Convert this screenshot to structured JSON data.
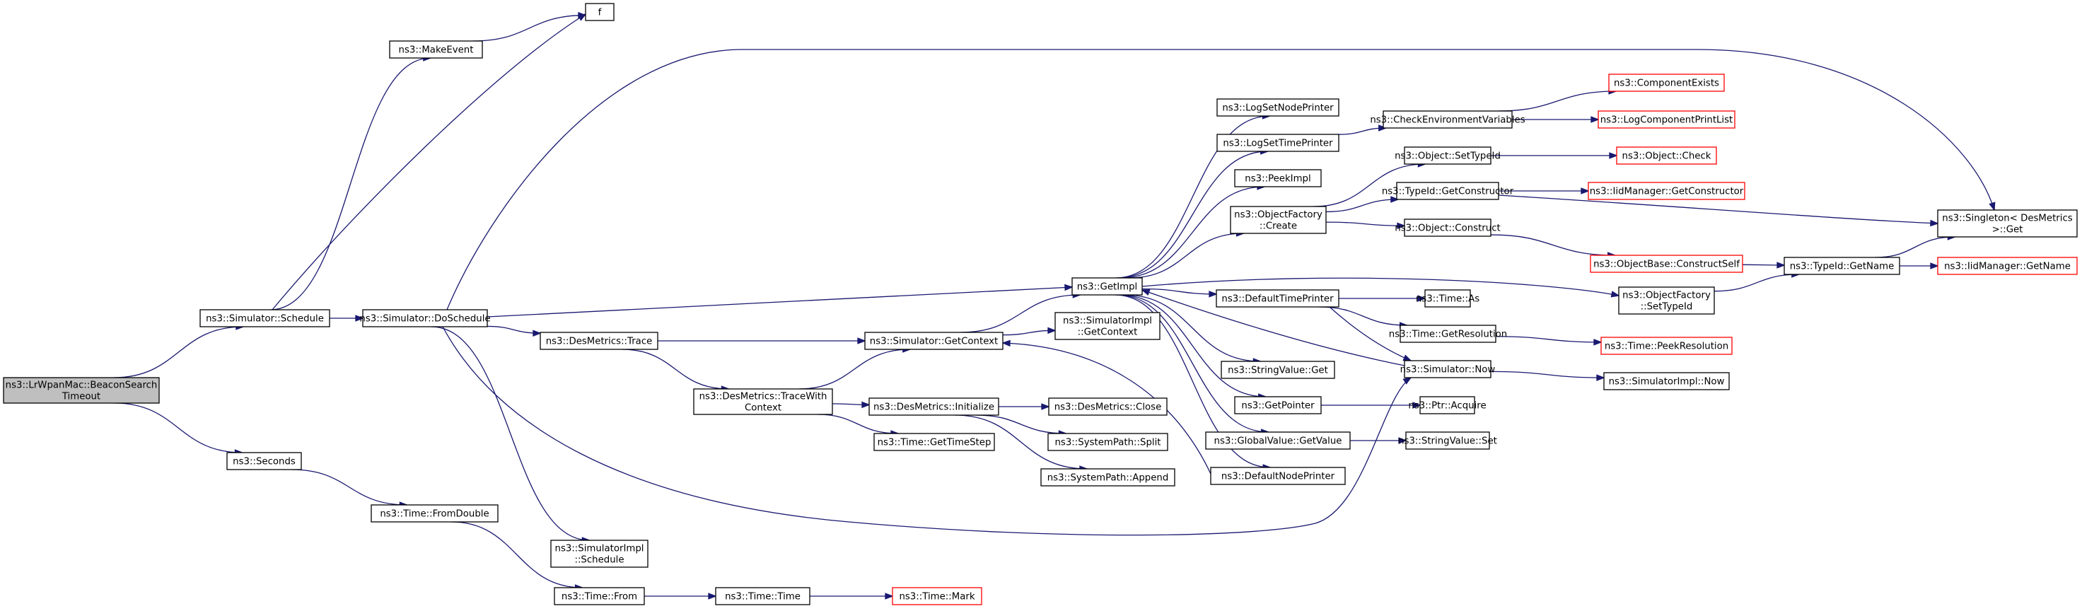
{
  "nodes": [
    {
      "id": "root",
      "lines": [
        "ns3::LrWpanMac::BeaconSearch",
        "Timeout"
      ],
      "style": "root"
    },
    {
      "id": "sched",
      "lines": [
        "ns3::Simulator::Schedule"
      ]
    },
    {
      "id": "seconds",
      "lines": [
        "ns3::Seconds"
      ]
    },
    {
      "id": "makeevent",
      "lines": [
        "ns3::MakeEvent"
      ]
    },
    {
      "id": "f",
      "lines": [
        "f"
      ]
    },
    {
      "id": "dosched",
      "lines": [
        "ns3::Simulator::DoSchedule"
      ]
    },
    {
      "id": "fromdouble",
      "lines": [
        "ns3::Time::FromDouble"
      ]
    },
    {
      "id": "trace",
      "lines": [
        "ns3::DesMetrics::Trace"
      ]
    },
    {
      "id": "simimplsched",
      "lines": [
        "ns3::SimulatorImpl",
        "::Schedule"
      ]
    },
    {
      "id": "timefrom",
      "lines": [
        "ns3::Time::From"
      ]
    },
    {
      "id": "tracewith",
      "lines": [
        "ns3::DesMetrics::TraceWith",
        "Context"
      ]
    },
    {
      "id": "getcontext",
      "lines": [
        "ns3::Simulator::GetContext"
      ]
    },
    {
      "id": "dminit",
      "lines": [
        "ns3::DesMetrics::Initialize"
      ]
    },
    {
      "id": "gettimestep",
      "lines": [
        "ns3::Time::GetTimeStep"
      ]
    },
    {
      "id": "timetime",
      "lines": [
        "ns3::Time::Time"
      ]
    },
    {
      "id": "timemark",
      "lines": [
        "ns3::Time::Mark"
      ],
      "style": "red"
    },
    {
      "id": "getimpl",
      "lines": [
        "ns3::GetImpl"
      ]
    },
    {
      "id": "simimplgetctx",
      "lines": [
        "ns3::SimulatorImpl",
        "::GetContext"
      ]
    },
    {
      "id": "dmclose",
      "lines": [
        "ns3::DesMetrics::Close"
      ]
    },
    {
      "id": "sysplit",
      "lines": [
        "ns3::SystemPath::Split"
      ]
    },
    {
      "id": "sysappend",
      "lines": [
        "ns3::SystemPath::Append"
      ]
    },
    {
      "id": "lognode",
      "lines": [
        "ns3::LogSetNodePrinter"
      ]
    },
    {
      "id": "logtime",
      "lines": [
        "ns3::LogSetTimePrinter"
      ]
    },
    {
      "id": "peekimpl",
      "lines": [
        "ns3::PeekImpl"
      ]
    },
    {
      "id": "ofcreate",
      "lines": [
        "ns3::ObjectFactory",
        "::Create"
      ]
    },
    {
      "id": "deftime",
      "lines": [
        "ns3::DefaultTimePrinter"
      ]
    },
    {
      "id": "strget",
      "lines": [
        "ns3::StringValue::Get"
      ]
    },
    {
      "id": "getptr",
      "lines": [
        "ns3::GetPointer"
      ]
    },
    {
      "id": "gvget",
      "lines": [
        "ns3::GlobalValue::GetValue"
      ]
    },
    {
      "id": "defnode",
      "lines": [
        "ns3::DefaultNodePrinter"
      ]
    },
    {
      "id": "checkenv",
      "lines": [
        "ns3::CheckEnvironmentVariables"
      ]
    },
    {
      "id": "objsettype",
      "lines": [
        "ns3::Object::SetTypeId"
      ]
    },
    {
      "id": "tidgetctor",
      "lines": [
        "ns3::TypeId::GetConstructor"
      ]
    },
    {
      "id": "objconstruct",
      "lines": [
        "ns3::Object::Construct"
      ]
    },
    {
      "id": "timeas",
      "lines": [
        "ns3::Time::As"
      ]
    },
    {
      "id": "getres",
      "lines": [
        "ns3::Time::GetResolution"
      ]
    },
    {
      "id": "simnow",
      "lines": [
        "ns3::Simulator::Now"
      ]
    },
    {
      "id": "ptracq",
      "lines": [
        "ns3::Ptr::Acquire"
      ]
    },
    {
      "id": "strset",
      "lines": [
        "ns3::StringValue::Set"
      ]
    },
    {
      "id": "compexists",
      "lines": [
        "ns3::ComponentExists"
      ],
      "style": "red"
    },
    {
      "id": "logprint",
      "lines": [
        "ns3::LogComponentPrintList"
      ],
      "style": "red"
    },
    {
      "id": "objcheck",
      "lines": [
        "ns3::Object::Check"
      ],
      "style": "red"
    },
    {
      "id": "iidgetctor",
      "lines": [
        "ns3::IidManager::GetConstructor"
      ],
      "style": "red"
    },
    {
      "id": "obconstructself",
      "lines": [
        "ns3::ObjectBase::ConstructSelf"
      ],
      "style": "red"
    },
    {
      "id": "ofsettype",
      "lines": [
        "ns3::ObjectFactory",
        "::SetTypeId"
      ]
    },
    {
      "id": "peekres",
      "lines": [
        "ns3::Time::PeekResolution"
      ],
      "style": "red"
    },
    {
      "id": "simimplnow",
      "lines": [
        "ns3::SimulatorImpl::Now"
      ]
    },
    {
      "id": "singleton",
      "lines": [
        "ns3::Singleton< DesMetrics",
        ">::Get"
      ]
    },
    {
      "id": "tidgetname",
      "lines": [
        "ns3::TypeId::GetName"
      ]
    },
    {
      "id": "iidgetname",
      "lines": [
        "ns3::IidManager::GetName"
      ],
      "style": "red"
    }
  ],
  "edges": [
    [
      "root",
      "sched"
    ],
    [
      "root",
      "seconds"
    ],
    [
      "sched",
      "makeevent"
    ],
    [
      "sched",
      "f"
    ],
    [
      "sched",
      "dosched"
    ],
    [
      "makeevent",
      "f"
    ],
    [
      "seconds",
      "fromdouble"
    ],
    [
      "dosched",
      "singleton"
    ],
    [
      "dosched",
      "getimpl"
    ],
    [
      "dosched",
      "trace"
    ],
    [
      "dosched",
      "simimplsched"
    ],
    [
      "dosched",
      "simnow"
    ],
    [
      "fromdouble",
      "timefrom"
    ],
    [
      "trace",
      "getcontext"
    ],
    [
      "trace",
      "tracewith"
    ],
    [
      "timefrom",
      "timetime"
    ],
    [
      "timetime",
      "timemark"
    ],
    [
      "tracewith",
      "getcontext"
    ],
    [
      "tracewith",
      "dminit"
    ],
    [
      "tracewith",
      "gettimestep"
    ],
    [
      "getcontext",
      "getimpl"
    ],
    [
      "getcontext",
      "simimplgetctx"
    ],
    [
      "dminit",
      "dmclose"
    ],
    [
      "dminit",
      "sysplit"
    ],
    [
      "dminit",
      "sysappend"
    ],
    [
      "getimpl",
      "lognode"
    ],
    [
      "getimpl",
      "logtime"
    ],
    [
      "getimpl",
      "peekimpl"
    ],
    [
      "getimpl",
      "ofcreate"
    ],
    [
      "getimpl",
      "deftime"
    ],
    [
      "getimpl",
      "strget"
    ],
    [
      "getimpl",
      "getptr"
    ],
    [
      "getimpl",
      "gvget"
    ],
    [
      "getimpl",
      "defnode"
    ],
    [
      "getimpl",
      "ofsettype"
    ],
    [
      "logtime",
      "checkenv"
    ],
    [
      "checkenv",
      "compexists"
    ],
    [
      "checkenv",
      "logprint"
    ],
    [
      "ofcreate",
      "objsettype"
    ],
    [
      "ofcreate",
      "tidgetctor"
    ],
    [
      "ofcreate",
      "objconstruct"
    ],
    [
      "objsettype",
      "objcheck"
    ],
    [
      "tidgetctor",
      "iidgetctor"
    ],
    [
      "tidgetctor",
      "singleton"
    ],
    [
      "objconstruct",
      "obconstructself"
    ],
    [
      "obconstructself",
      "tidgetname"
    ],
    [
      "ofsettype",
      "tidgetname"
    ],
    [
      "tidgetname",
      "singleton"
    ],
    [
      "tidgetname",
      "iidgetname"
    ],
    [
      "deftime",
      "timeas"
    ],
    [
      "deftime",
      "getres"
    ],
    [
      "deftime",
      "simnow"
    ],
    [
      "getres",
      "peekres"
    ],
    [
      "simnow",
      "getimpl"
    ],
    [
      "simnow",
      "simimplnow"
    ],
    [
      "getptr",
      "ptracq"
    ],
    [
      "gvget",
      "strset"
    ],
    [
      "defnode",
      "getcontext"
    ]
  ]
}
